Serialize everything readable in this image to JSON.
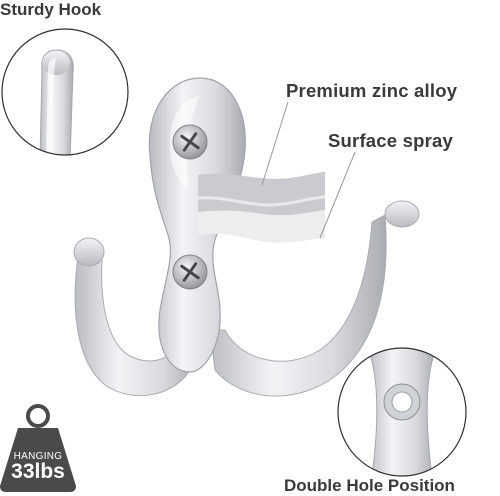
{
  "labels": {
    "top_left": "Sturdy Hook",
    "material": "Premium zinc alloy",
    "finish": "Surface spray",
    "bottom_right": "Double Hole Position"
  },
  "badge": {
    "caption": "HANGING",
    "weight": "33lbs"
  },
  "colors": {
    "metal_light": "#eef0f3",
    "metal_mid": "#c9ccd1",
    "metal_dark": "#9a9da3",
    "badge": "#4a4a4a",
    "label_text": "#3a3a3a"
  },
  "icons": [
    "phillips-screw-icon",
    "weight-icon"
  ]
}
